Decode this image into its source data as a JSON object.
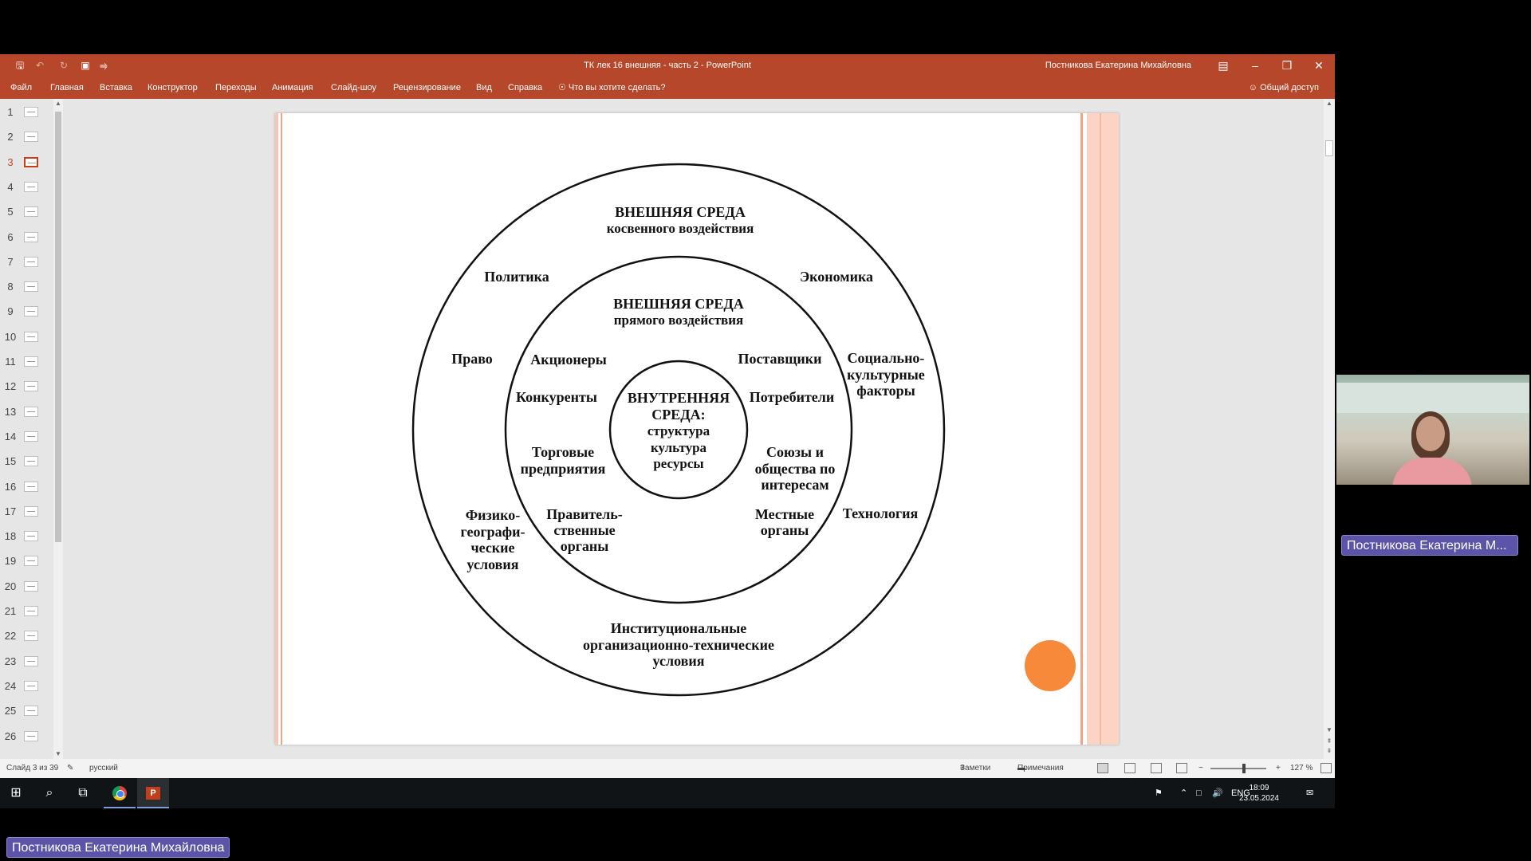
{
  "window": {
    "title": "ТК лек 16 внешняя - часть 2  -  PowerPoint",
    "user": "Постникова Екатерина Михайловна",
    "share": "Общий доступ"
  },
  "menu": {
    "items": [
      "Файл",
      "Главная",
      "Вставка",
      "Конструктор",
      "Переходы",
      "Анимация",
      "Слайд-шоу",
      "Рецензирование",
      "Вид",
      "Справка"
    ],
    "search": "Что вы хотите сделать?"
  },
  "thumbnails": {
    "numbers": [
      "1",
      "2",
      "3",
      "4",
      "5",
      "6",
      "7",
      "8",
      "9",
      "10",
      "11",
      "12",
      "13",
      "14",
      "15",
      "16",
      "17",
      "18",
      "19",
      "20",
      "21",
      "22",
      "23",
      "24",
      "25",
      "26"
    ],
    "active": "3"
  },
  "slide": {
    "outer_title_1": "ВНЕШНЯЯ СРЕДА",
    "outer_title_2": "косвенного воздействия",
    "outer_politics": "Политика",
    "outer_economy": "Экономика",
    "outer_law": "Право",
    "outer_social": [
      "Социально-",
      "культурные",
      "факторы"
    ],
    "outer_physical": [
      "Физико-",
      "географи-",
      "ческие",
      "условия"
    ],
    "outer_technology": "Технология",
    "outer_institutional": [
      "Институциональные",
      "организационно-технические",
      "условия"
    ],
    "middle_title_1": "ВНЕШНЯЯ СРЕДА",
    "middle_title_2": "прямого воздействия",
    "middle_shareholders": "Акционеры",
    "middle_suppliers": "Поставщики",
    "middle_competitors": "Конкуренты",
    "middle_consumers": "Потребители",
    "middle_trade": [
      "Торговые",
      "предприятия"
    ],
    "middle_unions": [
      "Союзы и",
      "общества по",
      "интересам"
    ],
    "middle_government": [
      "Правитель-",
      "ственные",
      "органы"
    ],
    "middle_local": [
      "Местные",
      "органы"
    ],
    "inner": [
      "ВНУТРЕННЯЯ",
      "СРЕДА:",
      "структура",
      "культура",
      "ресурсы"
    ]
  },
  "status": {
    "slide_counter": "Слайд 3 из 39",
    "language": "русский",
    "notes": "Заметки",
    "comments": "Примечания",
    "zoom": "127 %"
  },
  "taskbar": {
    "lang": "ENG",
    "time": "18:09",
    "date": "23.05.2024"
  },
  "video": {
    "cam_name": "Постникова Екатерина М...",
    "bottom_name": "Постникова Екатерина Михайловна"
  }
}
